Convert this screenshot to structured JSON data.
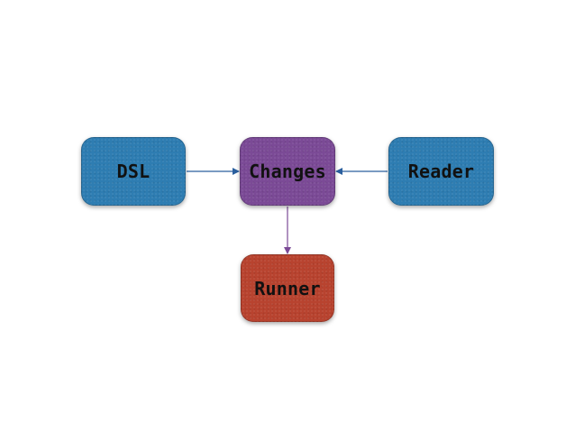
{
  "diagram": {
    "nodes": [
      {
        "id": "dsl",
        "label": "DSL",
        "color": "#2e7db2"
      },
      {
        "id": "changes",
        "label": "Changes",
        "color": "#7b4a96"
      },
      {
        "id": "reader",
        "label": "Reader",
        "color": "#2e7db2"
      },
      {
        "id": "runner",
        "label": "Runner",
        "color": "#b8432f"
      }
    ],
    "edges": [
      {
        "from": "dsl",
        "to": "changes",
        "color": "#2a5f9e"
      },
      {
        "from": "reader",
        "to": "changes",
        "color": "#2a5f9e"
      },
      {
        "from": "changes",
        "to": "runner",
        "color": "#7b4a96"
      }
    ]
  }
}
